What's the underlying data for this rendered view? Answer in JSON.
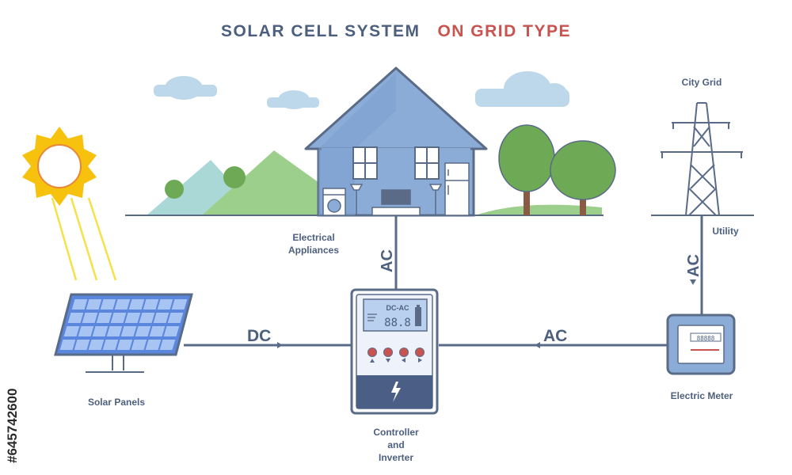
{
  "title": {
    "part1": "SOLAR CELL SYSTEM",
    "part2": "ON GRID TYPE"
  },
  "labels": {
    "solar_panels": "Solar Panels",
    "electrical_appliances_1": "Electrical",
    "electrical_appliances_2": "Appliances",
    "controller_1": "Controller",
    "controller_2": "and",
    "controller_3": "Inverter",
    "city_grid": "City Grid",
    "utility": "Utility",
    "electric_meter": "Electric Meter"
  },
  "flows": {
    "dc": "DC",
    "ac_up": "AC",
    "ac_left": "AC",
    "ac_vertical": "AC"
  },
  "inverter_display": {
    "mode": "DC-AC",
    "reading": "88.8"
  },
  "meter_display": {
    "reading": "88888"
  },
  "stock_id": "#645742600",
  "colors": {
    "line": "#5a6b87",
    "house": "#8cacd8",
    "sun": "#f6c20e",
    "panel": "#5b86dd",
    "tree": "#6eaa55",
    "hill": "#a9d8d6",
    "cloud": "#bcd8ea",
    "accent_red": "#c9534f"
  }
}
